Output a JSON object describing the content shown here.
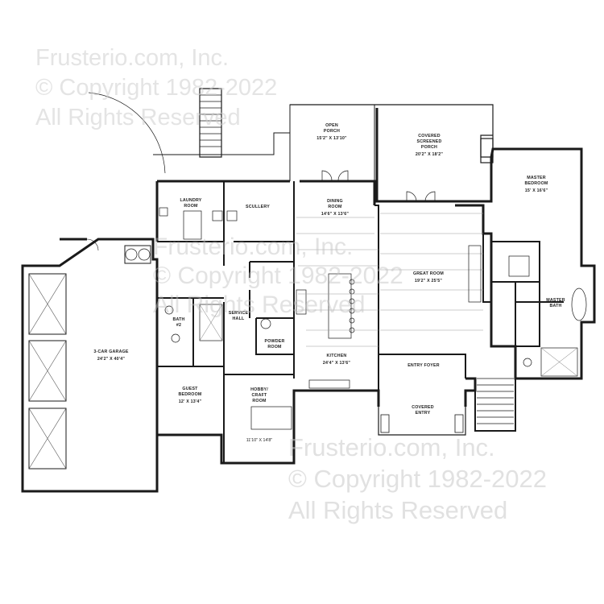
{
  "watermark": {
    "line1": "Frusterio.com, Inc.",
    "line2": "© Copyright 1982-2022",
    "line3": "All Rights Reserved"
  },
  "rooms": {
    "open_porch": {
      "name1": "OPEN",
      "name2": "PORCH",
      "dim": "15'2\" X 13'10\""
    },
    "screened_porch": {
      "name1": "COVERED",
      "name2": "SCREENED",
      "name3": "PORCH",
      "dim": "20'2\" X 18'2\""
    },
    "master_bedroom": {
      "name1": "MASTER",
      "name2": "BEDROOM",
      "dim": "15' X 16'6\""
    },
    "laundry": {
      "name1": "LAUNDRY",
      "name2": "ROOM"
    },
    "scullery": {
      "name1": "SCULLERY"
    },
    "dining": {
      "name1": "DINING",
      "name2": "ROOM",
      "dim": "14'6\" X 13'6\""
    },
    "great_room": {
      "name1": "GREAT ROOM",
      "dim": "19'2\" X 25'5\""
    },
    "master_bath": {
      "name1": "MASTER",
      "name2": "BATH"
    },
    "service_hall": {
      "name1": "SERVICE",
      "name2": "HALL"
    },
    "bath2": {
      "name1": "BATH",
      "name2": "#2"
    },
    "garage": {
      "name1": "3-CAR GARAGE",
      "dim": "24'2\" X 40'4\""
    },
    "powder": {
      "name1": "POWDER",
      "name2": "ROOM"
    },
    "kitchen": {
      "name1": "KITCHEN",
      "dim": "24'4\" X 13'6\""
    },
    "entry_foyer": {
      "name1": "ENTRY FOYER"
    },
    "guest_bedroom": {
      "name1": "GUEST",
      "name2": "BEDROOM",
      "dim": "12' X 13'4\""
    },
    "hobby": {
      "name1": "HOBBY/",
      "name2": "CRAFT",
      "name3": "ROOM",
      "dim": "11'10\" X 14'8\""
    },
    "covered_entry": {
      "name1": "COVERED",
      "name2": "ENTRY"
    }
  },
  "colors": {
    "wall": "#1a1a1a",
    "line": "#555555",
    "watermark": "#cccccc"
  }
}
